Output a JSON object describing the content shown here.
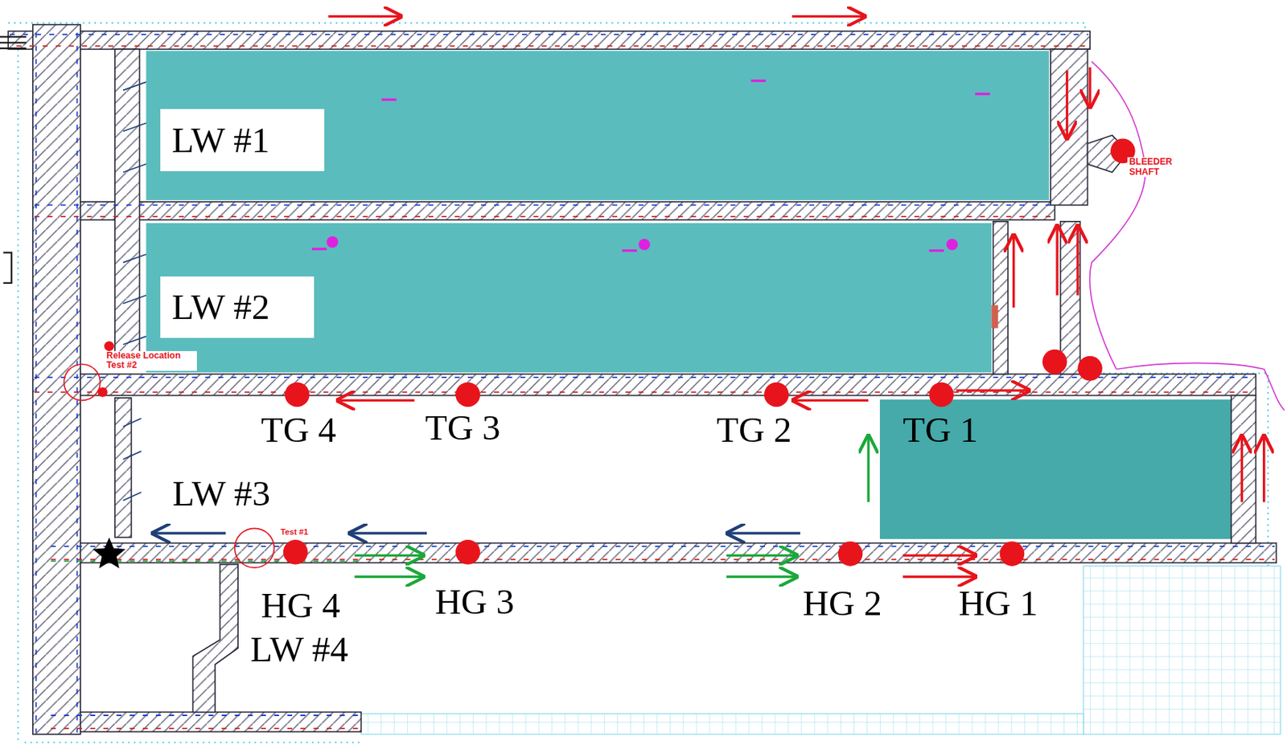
{
  "diagram": {
    "nodes": [
      {
        "text": [
          "LW #1"
        ]
      },
      {
        "text": [
          "LW #2"
        ]
      }
    ],
    "labels": [
      "BLEEDER SHAFT",
      "Release Location Test #2",
      "TG 4",
      "TG 3",
      "TG 2",
      "TG 1",
      "LW #3",
      "Test #1",
      "HG 4",
      "HG 3",
      "HG 2",
      "HG 1",
      "LW #4"
    ]
  }
}
